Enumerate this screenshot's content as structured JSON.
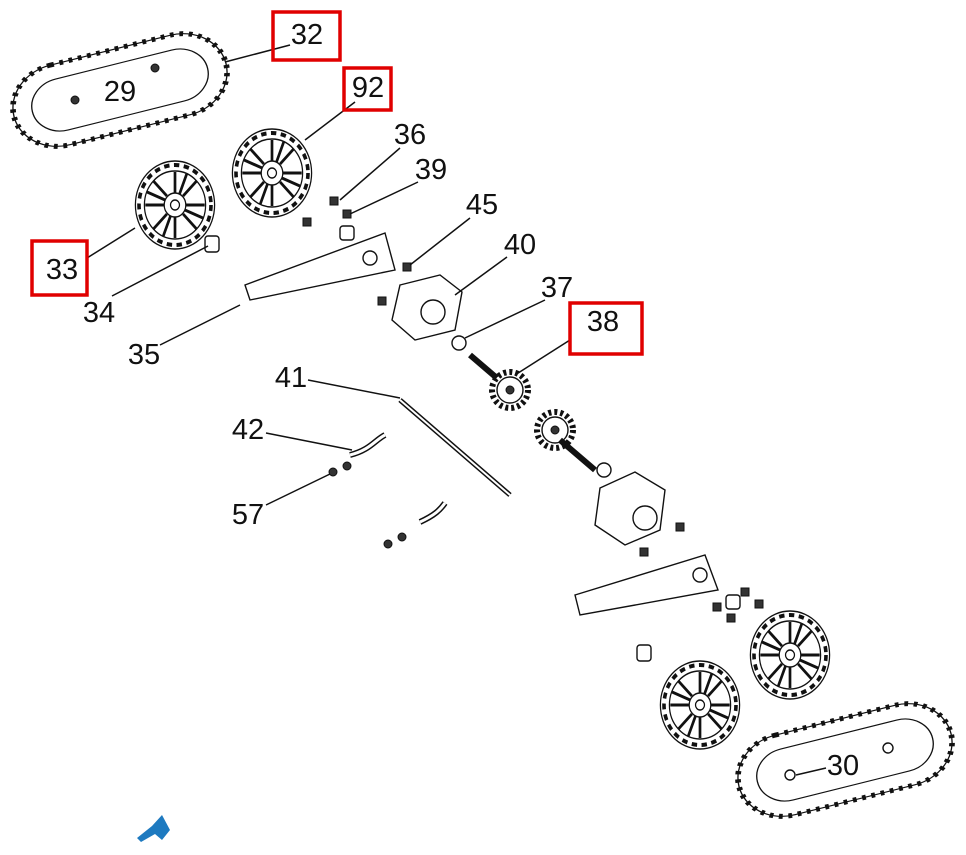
{
  "diagram": {
    "title": "Track drive assembly exploded view",
    "highlight_color": "#e00000",
    "arrow_color": "#1e7ac0",
    "labels": [
      {
        "id": "32",
        "text": "32",
        "highlighted": true
      },
      {
        "id": "29",
        "text": "29",
        "highlighted": false
      },
      {
        "id": "92",
        "text": "92",
        "highlighted": true
      },
      {
        "id": "36",
        "text": "36",
        "highlighted": false
      },
      {
        "id": "39",
        "text": "39",
        "highlighted": false
      },
      {
        "id": "33",
        "text": "33",
        "highlighted": true
      },
      {
        "id": "34",
        "text": "34",
        "highlighted": false
      },
      {
        "id": "45",
        "text": "45",
        "highlighted": false
      },
      {
        "id": "40",
        "text": "40",
        "highlighted": false
      },
      {
        "id": "37",
        "text": "37",
        "highlighted": false
      },
      {
        "id": "38",
        "text": "38",
        "highlighted": true
      },
      {
        "id": "35",
        "text": "35",
        "highlighted": false
      },
      {
        "id": "41",
        "text": "41",
        "highlighted": false
      },
      {
        "id": "42",
        "text": "42",
        "highlighted": false
      },
      {
        "id": "57",
        "text": "57",
        "highlighted": false
      },
      {
        "id": "30",
        "text": "30",
        "highlighted": false
      }
    ]
  }
}
